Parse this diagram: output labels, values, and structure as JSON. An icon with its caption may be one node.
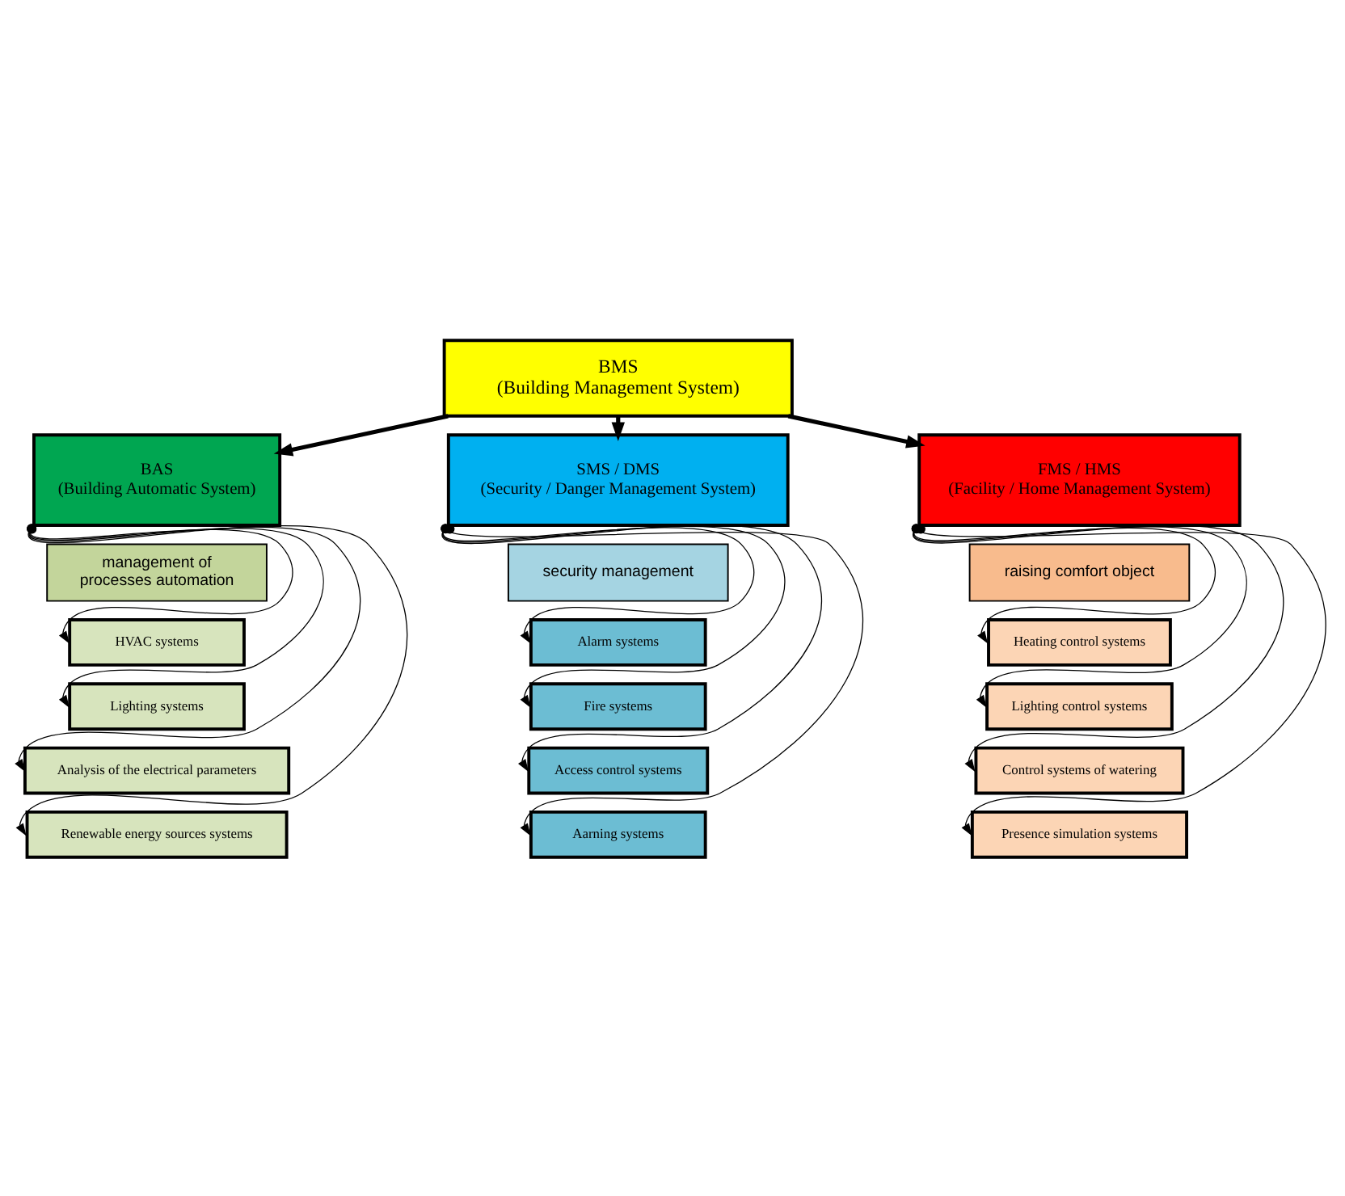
{
  "diagram": {
    "nodes": [
      {
        "text": [
          "BMS",
          "(Building Management System)"
        ]
      },
      {
        "text": [
          "BAS",
          "(Building Automatic System)"
        ]
      },
      {
        "text": [
          "management of processes automation"
        ]
      },
      {
        "text": [
          "HVAC systems"
        ]
      },
      {
        "text": [
          "Lighting systems"
        ]
      },
      {
        "text": [
          "Analysis of the electrical parameters"
        ]
      },
      {
        "text": [
          "Renewable energy sources systems"
        ]
      },
      {
        "text": [
          "SMS / DMS",
          "(Security / Danger Management System)"
        ]
      },
      {
        "text": [
          "security management"
        ]
      },
      {
        "text": [
          "Alarm systems"
        ]
      },
      {
        "text": [
          "Fire systems"
        ]
      },
      {
        "text": [
          "Access control systems"
        ]
      },
      {
        "text": [
          "Aarning systems"
        ]
      },
      {
        "text": [
          "FMS / HMS",
          "(Facility / Home Management System)"
        ]
      },
      {
        "text": [
          "raising comfort object"
        ]
      },
      {
        "text": [
          "Heating control systems"
        ]
      },
      {
        "text": [
          "Lighting control systems"
        ]
      },
      {
        "text": [
          "Control systems of watering"
        ]
      },
      {
        "text": [
          "Presence simulation systems"
        ]
      }
    ],
    "edges": [
      {
        "from": 0,
        "to": 1,
        "arrow": "to",
        "style": "thick"
      },
      {
        "from": 0,
        "to": 7,
        "arrow": "to",
        "style": "thick"
      },
      {
        "from": 0,
        "to": 13,
        "arrow": "to",
        "style": "thick"
      },
      {
        "from": 1,
        "to": 3,
        "arrow": "to"
      },
      {
        "from": 1,
        "to": 4,
        "arrow": "to"
      },
      {
        "from": 1,
        "to": 5,
        "arrow": "to"
      },
      {
        "from": 1,
        "to": 6,
        "arrow": "to"
      },
      {
        "from": 7,
        "to": 9,
        "arrow": "to"
      },
      {
        "from": 7,
        "to": 10,
        "arrow": "to"
      },
      {
        "from": 7,
        "to": 11,
        "arrow": "to"
      },
      {
        "from": 7,
        "to": 12,
        "arrow": "to"
      },
      {
        "from": 13,
        "to": 15,
        "arrow": "to"
      },
      {
        "from": 13,
        "to": 16,
        "arrow": "to"
      },
      {
        "from": 13,
        "to": 17,
        "arrow": "to"
      },
      {
        "from": 13,
        "to": 18,
        "arrow": "to"
      }
    ]
  }
}
